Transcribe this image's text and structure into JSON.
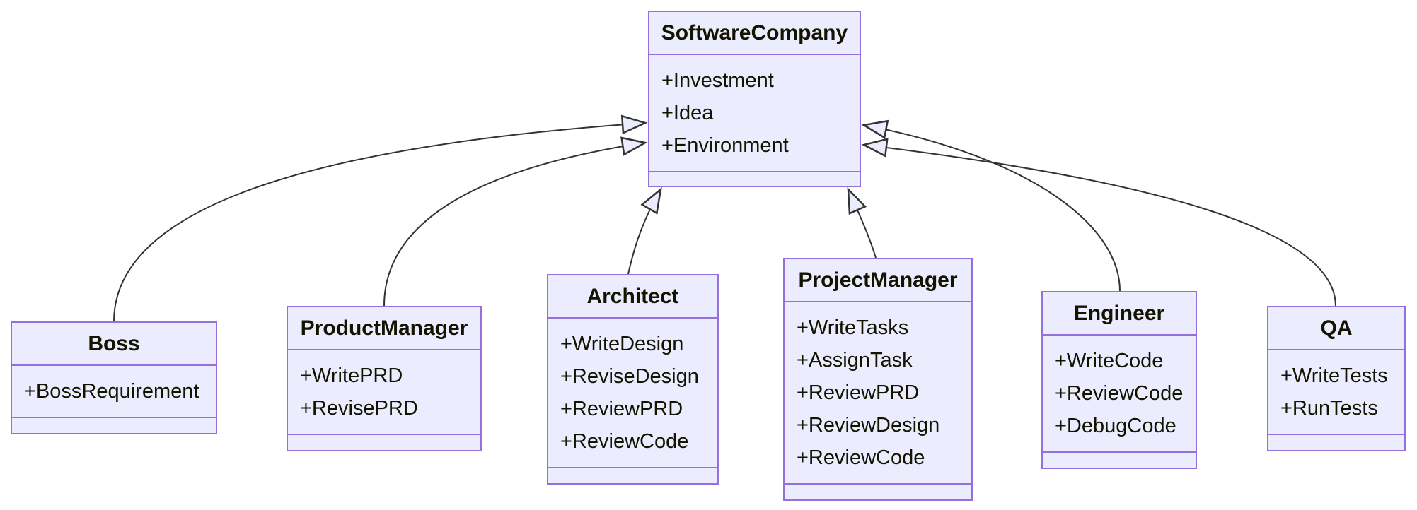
{
  "diagram": {
    "type": "uml-class-diagram",
    "colors": {
      "class_fill": "#ECECFF",
      "class_border": "#9370DB",
      "edge_line": "#333333",
      "text": "#131300",
      "background": "#FFFFFF"
    },
    "classes": [
      {
        "name": "SoftwareCompany",
        "attributes": [
          "+Investment",
          "+Idea",
          "+Environment"
        ],
        "methods": []
      },
      {
        "name": "Boss",
        "attributes": [
          "+BossRequirement"
        ],
        "methods": []
      },
      {
        "name": "ProductManager",
        "attributes": [
          "+WritePRD",
          "+RevisePRD"
        ],
        "methods": []
      },
      {
        "name": "Architect",
        "attributes": [
          "+WriteDesign",
          "+ReviseDesign",
          "+ReviewPRD",
          "+ReviewCode"
        ],
        "methods": []
      },
      {
        "name": "ProjectManager",
        "attributes": [
          "+WriteTasks",
          "+AssignTask",
          "+ReviewPRD",
          "+ReviewDesign",
          "+ReviewCode"
        ],
        "methods": []
      },
      {
        "name": "Engineer",
        "attributes": [
          "+WriteCode",
          "+ReviewCode",
          "+DebugCode"
        ],
        "methods": []
      },
      {
        "name": "QA",
        "attributes": [
          "+WriteTests",
          "+RunTests"
        ],
        "methods": []
      }
    ],
    "relations": [
      {
        "from": "Boss",
        "to": "SoftwareCompany",
        "type": "inheritance"
      },
      {
        "from": "ProductManager",
        "to": "SoftwareCompany",
        "type": "inheritance"
      },
      {
        "from": "Architect",
        "to": "SoftwareCompany",
        "type": "inheritance"
      },
      {
        "from": "ProjectManager",
        "to": "SoftwareCompany",
        "type": "inheritance"
      },
      {
        "from": "Engineer",
        "to": "SoftwareCompany",
        "type": "inheritance"
      },
      {
        "from": "QA",
        "to": "SoftwareCompany",
        "type": "inheritance"
      }
    ]
  }
}
